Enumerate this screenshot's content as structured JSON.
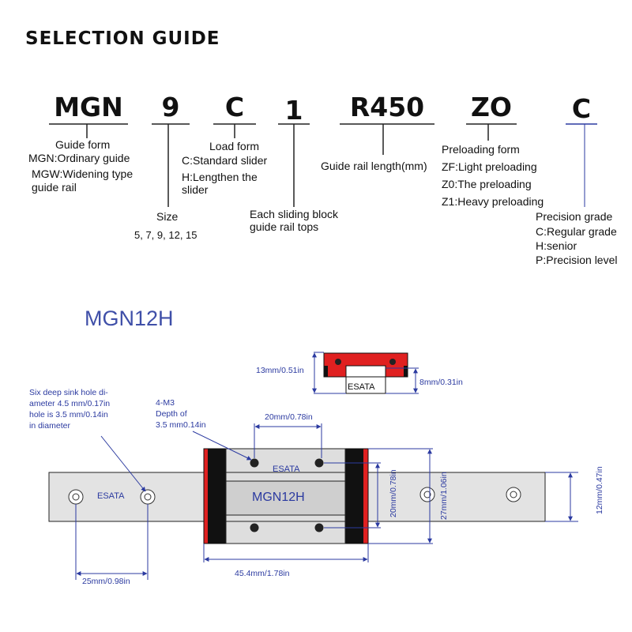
{
  "title": "SELECTION GUIDE",
  "codes": {
    "form": "MGN",
    "size": "9",
    "load": "C",
    "count": "1",
    "length": "R450",
    "preload": "ZO",
    "precision": "C"
  },
  "descriptions": {
    "form": [
      "Guide form",
      "MGN:Ordinary guide",
      "MGW:Widening type",
      "guide rail"
    ],
    "size": [
      "Size",
      "5, 7, 9, 12, 15"
    ],
    "load": [
      "Load form",
      "C:Standard slider",
      "H:Lengthen the",
      "slider"
    ],
    "count": [
      "Each sliding block",
      "guide rail tops"
    ],
    "length": [
      "Guide rail length(mm)"
    ],
    "preload": [
      "Preloading form",
      "ZF:Light preloading",
      "Z0:The preloading",
      "Z1:Heavy preloading"
    ],
    "precision": [
      "Precision grade",
      "C:Regular grade",
      "H:senior",
      "P:Precision level"
    ]
  },
  "model": "MGN12H",
  "drawing": {
    "brand": "ESATA",
    "block_label": "MGN12H",
    "rail_label": "ESATA",
    "profile_label": "ESATA",
    "dims": {
      "profile_height": "13mm/0.51in",
      "rail_height": "8mm/0.31in",
      "hole_spacing": "20mm/0.78in",
      "hole_spacing_v": "20mm/0.78in",
      "block_width": "27mm/1.06in",
      "rail_width": "12mm/0.47in",
      "block_length": "45.4mm/1.78in",
      "rail_pitch": "25mm/0.98in"
    },
    "notes": {
      "sink_hole": [
        "Six deep sink hole di-",
        "ameter 4.5 mm/0.17in",
        "hole is 3.5 mm/0.14in",
        "in diameter"
      ],
      "m3": [
        "4-M3",
        "Depth of",
        "3.5 mm0.14in"
      ]
    }
  },
  "colors": {
    "dim_blue": "#2b3aa0",
    "block_red": "#e02020",
    "rail_gray": "#e3e3e3"
  }
}
